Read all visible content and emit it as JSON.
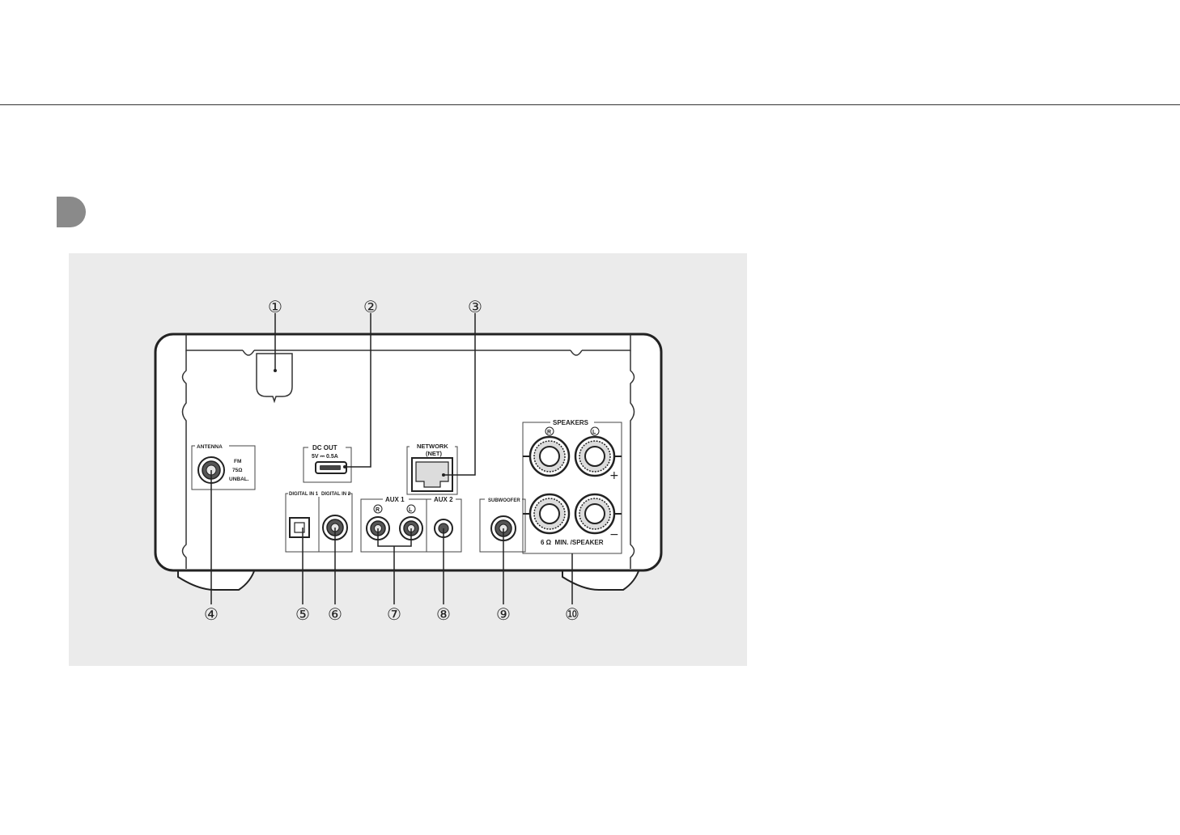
{
  "callouts": [
    "①",
    "②",
    "③",
    "④",
    "⑤",
    "⑥",
    "⑦",
    "⑧",
    "⑨",
    "⑩"
  ],
  "panel_labels": {
    "antenna": "ANTENNA",
    "fm": "FM",
    "ohm": "75Ω",
    "unbal": "UNBAL.",
    "dc_out": "DC OUT",
    "dc_rating": "5V ⎓ 0.5A",
    "network": "NETWORK",
    "net": "(NET)",
    "digital_in_1": "DIGITAL IN 1",
    "digital_in_2": "DIGITAL IN 2",
    "aux1": "AUX 1",
    "aux2": "AUX 2",
    "subwoofer": "SUBWOOFER",
    "speakers": "SPEAKERS",
    "speaker_r": "R",
    "speaker_l": "L",
    "aux_r": "R",
    "aux_l": "L",
    "plus": "+",
    "minus": "−",
    "speaker_rating": "6 Ω  MIN. /SPEAKER"
  }
}
